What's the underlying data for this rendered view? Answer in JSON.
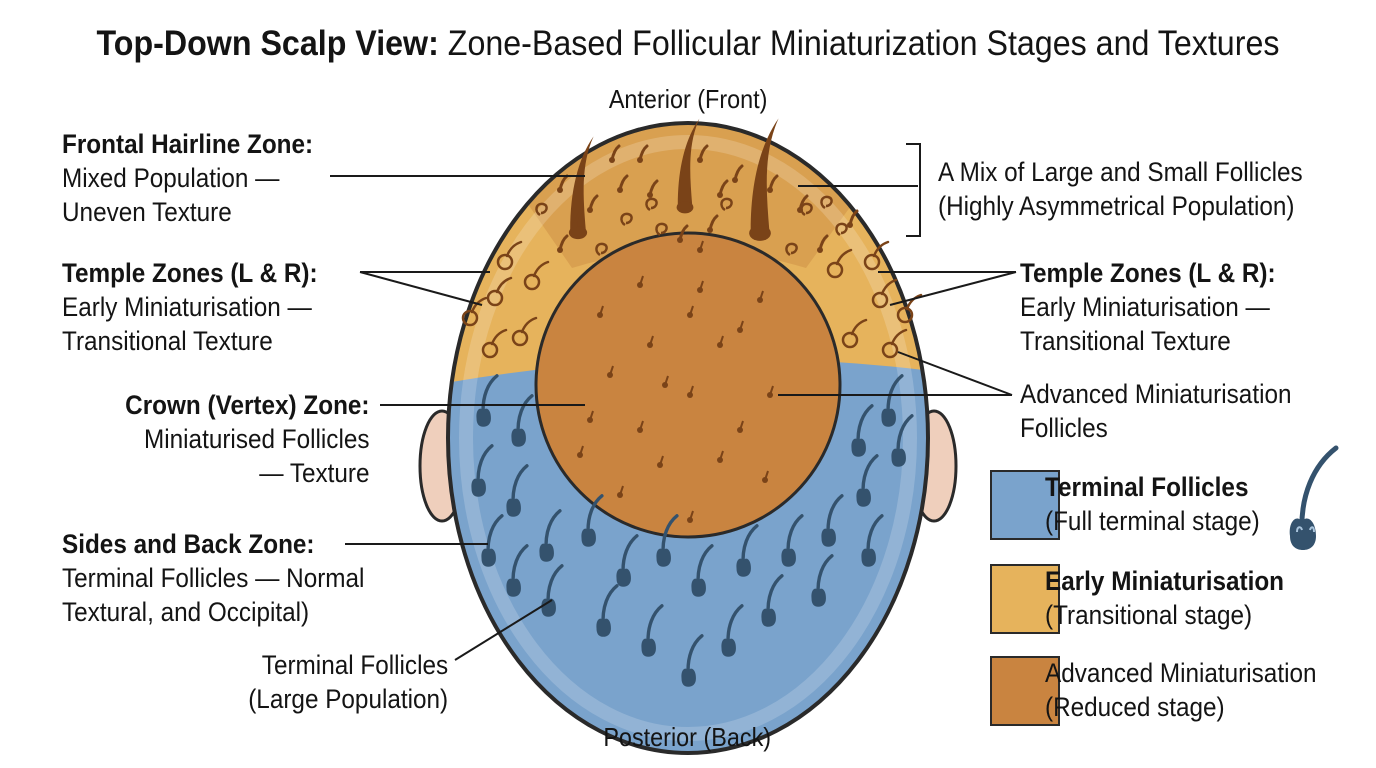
{
  "title": {
    "bold": "Top-Down Scalp View:",
    "rest": " Zone-Based Follicular Miniaturization Stages and Textures"
  },
  "axes": {
    "anterior": "Anterior (Front)",
    "posterior": "Posterior (Back)"
  },
  "labels": {
    "frontal": {
      "heading": "Frontal Hairline Zone:",
      "line1": "Mixed Population —",
      "line2": "Uneven Texture"
    },
    "temple_left": {
      "heading": "Temple Zones (L & R):",
      "line1": "Early Miniaturisation —",
      "line2": "Transitional Texture"
    },
    "crown": {
      "heading": "Crown (Vertex) Zone:",
      "line1": "Miniaturised Follicles",
      "line2": "— Texture"
    },
    "sides_back": {
      "heading": "Sides and Back Zone:",
      "line1": "Terminal Follicles — Normal",
      "line2": "Textural, and Occipital)"
    },
    "terminal_large": {
      "line1": "Terminal Follicles",
      "line2": "(Large Population)"
    },
    "mix_note": {
      "line1": "A Mix of Large and Small Follicles",
      "line2": "(Highly Asymmetrical Population)"
    },
    "temple_right": {
      "heading": "Temple Zones (L & R):",
      "line1": "Early Miniaturisation —",
      "line2": "Transitional Texture"
    },
    "advanced_note": {
      "line1": "Advanced Miniaturisation",
      "line2": "Follicles"
    }
  },
  "legend": [
    {
      "name": "Terminal Follicles",
      "desc": "(Full terminal stage)",
      "color": "#7aa3cc",
      "icon": "terminal-follicle-icon"
    },
    {
      "name": "Early Miniaturisation",
      "desc": "(Transitional stage)",
      "color": "#e6b35c"
    },
    {
      "name": "Advanced Miniaturisation",
      "desc": "(Reduced stage)",
      "color": "#c98440"
    }
  ],
  "colors": {
    "terminal": "#7aa3cc",
    "terminal_follicle": "#34526d",
    "early": "#e6b35c",
    "advanced": "#c98440",
    "frontal_band": "#d9a050",
    "hair": "#7a4318",
    "ear": "#efcfbc"
  }
}
